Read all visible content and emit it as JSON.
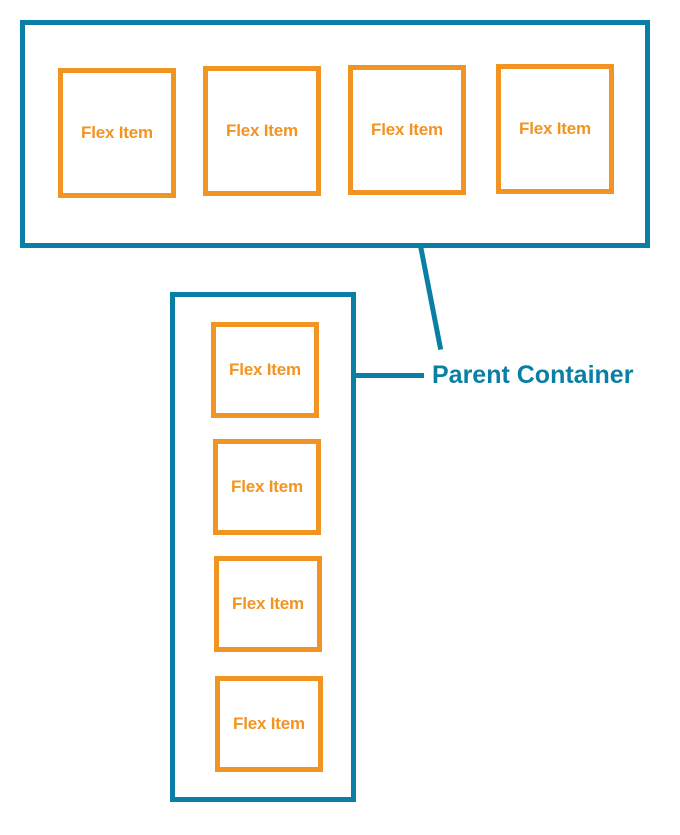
{
  "diagram": {
    "row_container": {
      "direction": "row",
      "items": [
        "Flex Item",
        "Flex Item",
        "Flex Item",
        "Flex Item"
      ]
    },
    "column_container": {
      "direction": "column",
      "items": [
        "Flex Item",
        "Flex Item",
        "Flex Item",
        "Flex Item"
      ]
    },
    "parent_label": "Parent Container"
  },
  "colors": {
    "container_border": "#0a7fa5",
    "item_border": "#f29422",
    "label_text": "#0a7fa5",
    "item_text": "#f29422",
    "background": "#ffffff"
  }
}
